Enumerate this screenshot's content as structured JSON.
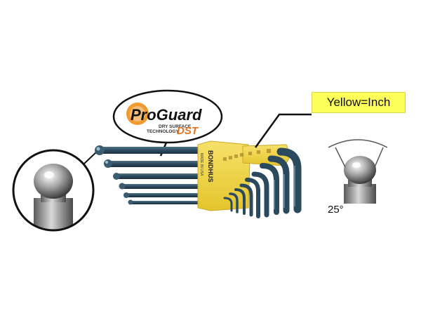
{
  "product": {
    "logo_brand": "ProGuard",
    "logo_sub_line1": "DRY SURFACE",
    "logo_sub_line2": "TECHNOLOGY",
    "logo_suffix": "DST",
    "holder_brand": "BONDHUS",
    "holder_origin": "MADE IN USA"
  },
  "callouts": {
    "color_code": "Yellow=Inch",
    "ball_angle": "25°"
  },
  "colors": {
    "holder_yellow": "#f2d63c",
    "label_yellow": "#ffff5a",
    "wrench_blue": "#2c4a5e",
    "logo_orange": "#e2721c"
  },
  "icons": [
    "zoom-ball-end-icon",
    "ball-angle-diagram-icon"
  ]
}
